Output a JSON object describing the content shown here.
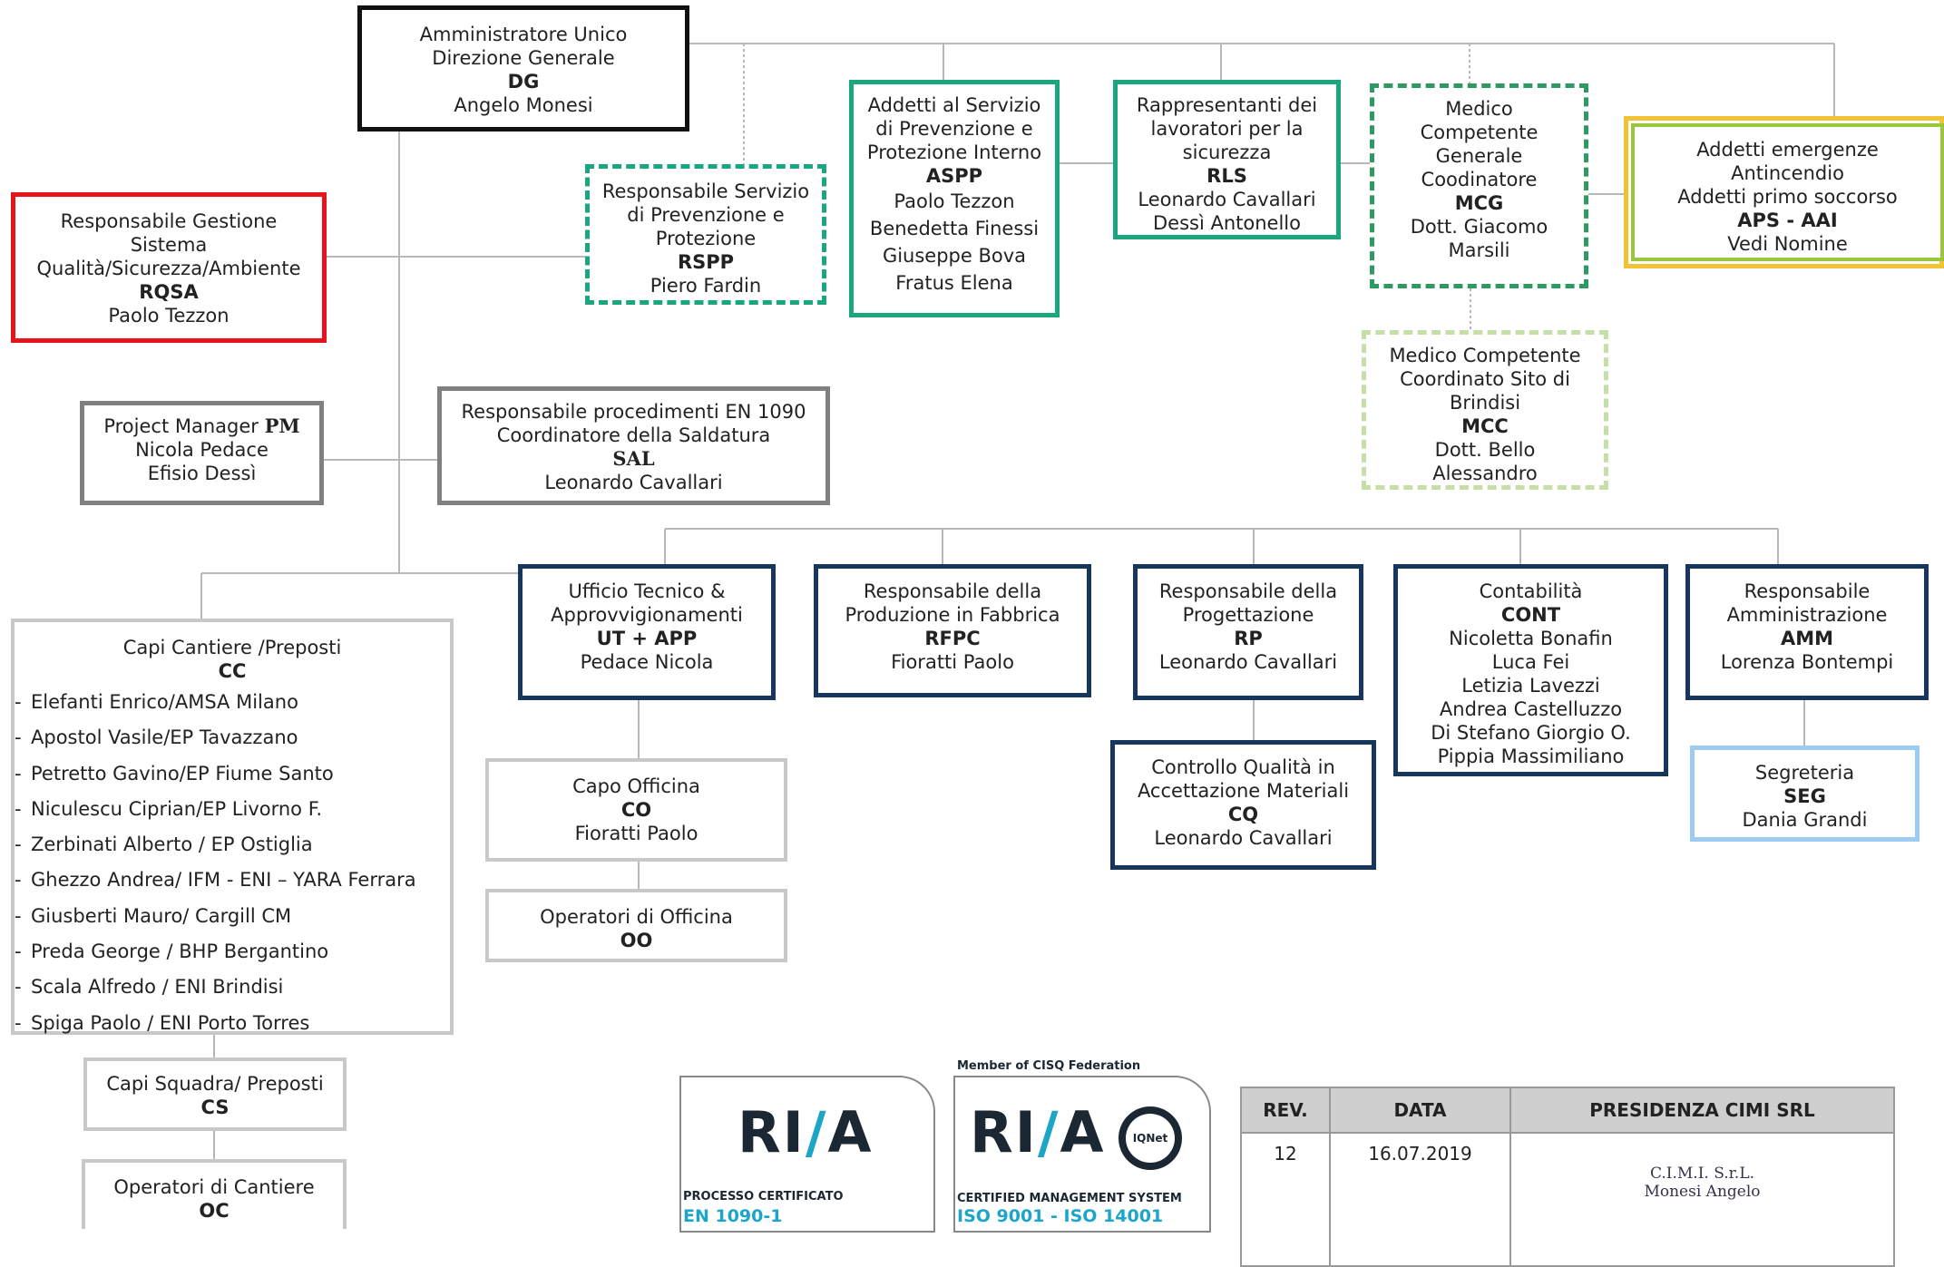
{
  "org_chart": {
    "dg": {
      "lines": [
        "Amministratore Unico",
        "Direzione Generale"
      ],
      "code": "DG",
      "names": [
        "Angelo Monesi"
      ]
    },
    "rqsa": {
      "lines": [
        "Responsabile Gestione",
        "Sistema",
        "Qualità/Sicurezza/Ambiente"
      ],
      "code": "RQSA",
      "names": [
        "Paolo Tezzon"
      ]
    },
    "rspp": {
      "lines": [
        "Responsabile Servizio",
        "di Prevenzione e",
        "Protezione"
      ],
      "code": "RSPP",
      "names": [
        "Piero Fardin"
      ]
    },
    "aspp": {
      "lines": [
        "Addetti al Servizio",
        "di Prevenzione e",
        "Protezione Interno"
      ],
      "code": "ASPP",
      "names": [
        "Paolo Tezzon",
        "Benedetta Finessi",
        "Giuseppe Bova",
        "Fratus Elena"
      ]
    },
    "rls": {
      "lines": [
        "Rappresentanti dei",
        "lavoratori per la",
        "sicurezza"
      ],
      "code": "RLS",
      "names": [
        "Leonardo Cavallari",
        "Dessì Antonello"
      ]
    },
    "mcg": {
      "lines": [
        "Medico",
        "Competente",
        "Generale",
        "Coodinatore"
      ],
      "code": "MCG",
      "names": [
        "Dott. Giacomo",
        "Marsili"
      ]
    },
    "aps": {
      "lines": [
        "Addetti emergenze",
        "Antincendio",
        "Addetti primo soccorso"
      ],
      "code": "APS - AAI",
      "names": [
        "Vedi Nomine"
      ]
    },
    "mcc": {
      "lines": [
        "Medico Competente",
        "Coordinato Sito di",
        "Brindisi"
      ],
      "code": "MCC",
      "names": [
        "Dott. Bello",
        "Alessandro"
      ]
    },
    "pm": {
      "line_prefix": "Project Manager ",
      "code": "PM",
      "names": [
        "Nicola Pedace",
        "Efisio Dessì"
      ]
    },
    "sal": {
      "lines": [
        "Responsabile procedimenti EN 1090",
        "Coordinatore della Saldatura"
      ],
      "code": "SAL",
      "names": [
        "Leonardo Cavallari"
      ]
    },
    "cc": {
      "lines": [
        "Capi Cantiere /Preposti"
      ],
      "code": "CC",
      "items": [
        "Elefanti Enrico/AMSA Milano",
        "Apostol Vasile/EP Tavazzano",
        "Petretto Gavino/EP Fiume Santo",
        "Niculescu Ciprian/EP Livorno F.",
        "Zerbinati Alberto / EP Ostiglia",
        "Ghezzo Andrea/ IFM - ENI – YARA  Ferrara",
        "Giusberti Mauro/ Cargill CM",
        "Preda George / BHP Bergantino",
        "Scala Alfredo / ENI Brindisi",
        "Spiga Paolo / ENI Porto Torres"
      ]
    },
    "cs": {
      "lines": [
        "Capi Squadra/ Preposti"
      ],
      "code": "CS",
      "names": []
    },
    "oc": {
      "lines": [
        "Operatori di Cantiere"
      ],
      "code": "OC",
      "names": []
    },
    "ut": {
      "lines": [
        "Ufficio Tecnico &",
        "Approvvigionamenti"
      ],
      "code": "UT + APP",
      "names": [
        "Pedace Nicola"
      ]
    },
    "co": {
      "lines": [
        "Capo Officina"
      ],
      "code": "CO",
      "names": [
        "Fioratti Paolo"
      ]
    },
    "oo": {
      "lines": [
        "Operatori di Officina"
      ],
      "code": "OO",
      "names": []
    },
    "rfpc": {
      "lines": [
        "Responsabile della",
        "Produzione in Fabbrica"
      ],
      "code": "RFPC",
      "names": [
        "Fioratti Paolo"
      ]
    },
    "rp": {
      "lines": [
        "Responsabile della",
        "Progettazione"
      ],
      "code": "RP",
      "names": [
        "Leonardo Cavallari"
      ]
    },
    "cq": {
      "lines": [
        "Controllo Qualità in",
        "Accettazione Materiali"
      ],
      "code": "CQ",
      "names": [
        "Leonardo Cavallari"
      ]
    },
    "cont": {
      "lines": [
        "Contabilità"
      ],
      "code": "CONT",
      "names": [
        "Nicoletta Bonafin",
        "Luca Fei",
        "Letizia Lavezzi",
        "Andrea Castelluzzo",
        "Di Stefano Giorgio O.",
        "Pippia Massimiliano"
      ]
    },
    "amm": {
      "lines": [
        "Responsabile",
        "Amministrazione"
      ],
      "code": "AMM",
      "names": [
        "Lorenza Bontempi"
      ]
    },
    "seg": {
      "lines": [
        "Segreteria"
      ],
      "code": "SEG",
      "names": [
        "Dania Grandi"
      ]
    }
  },
  "certifications": {
    "badge1": {
      "logo_left": "RI",
      "logo_right": "A",
      "line1": "PROCESSO CERTIFICATO",
      "line2": "EN 1090-1"
    },
    "badge2": {
      "member": "Member of CISQ Federation",
      "logo_left": "RI",
      "logo_right": "A",
      "seal": "IQNet",
      "line1": "CERTIFIED MANAGEMENT SYSTEM",
      "line2": "ISO 9001 - ISO 14001"
    }
  },
  "revision_table": {
    "headers": [
      "REV.",
      "DATA",
      "PRESIDENZA CIMI SRL"
    ],
    "rev": "12",
    "date": "16.07.2019",
    "signature": [
      "C.I.M.I. S.r.L.",
      "Monesi Angelo"
    ]
  },
  "colors": {
    "black": "#111111",
    "red": "#e8141c",
    "teal": "#1aa67f",
    "green_dark": "#2e9a63",
    "yellow": "#f1c232",
    "lime": "#9bc53d",
    "light_green": "#c6dfa9",
    "gray": "#808080",
    "light_gray": "#c8c8c8",
    "navy": "#17365d",
    "light_blue": "#9ecbf2"
  }
}
